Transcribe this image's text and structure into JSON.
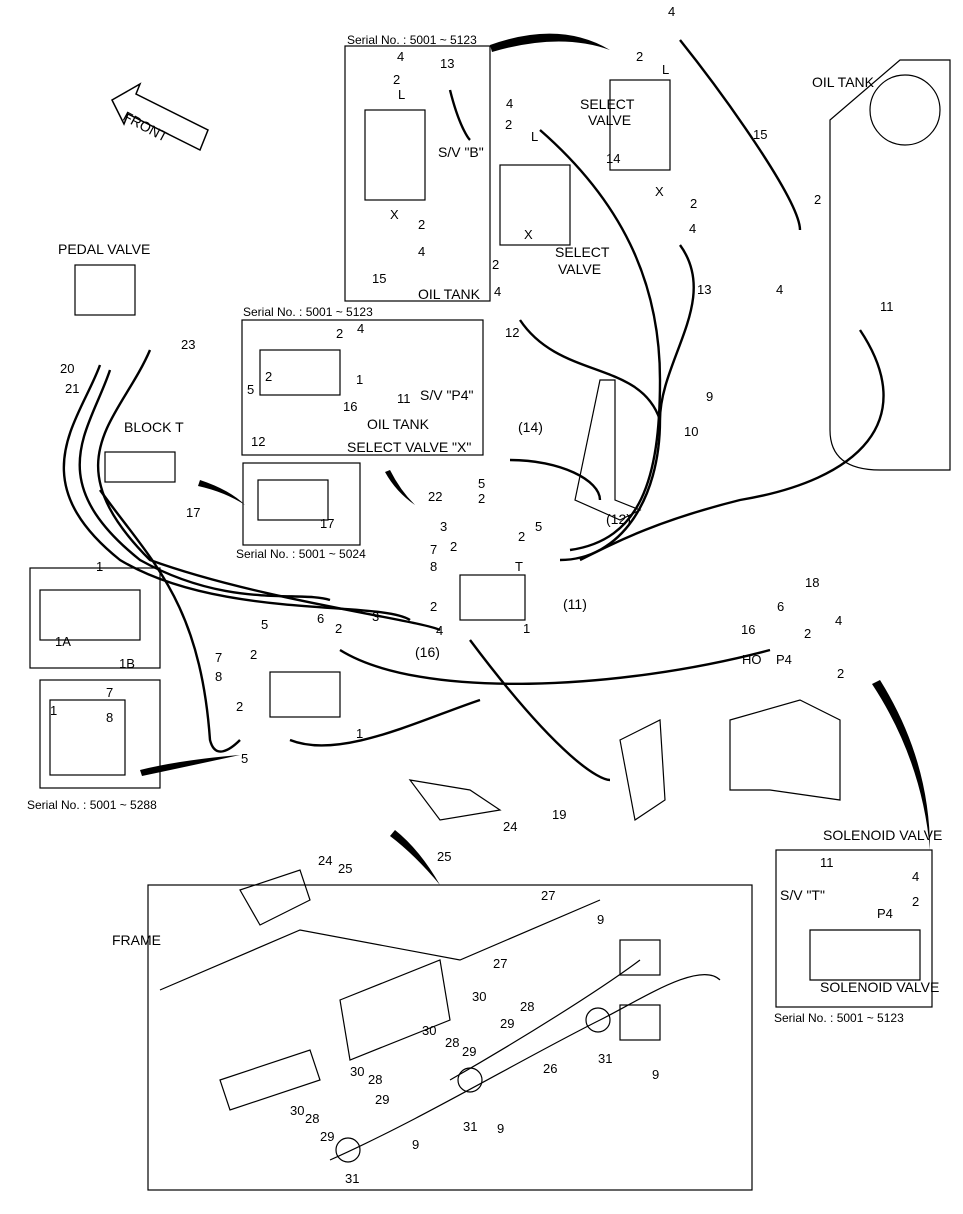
{
  "diagram": {
    "front_label": "FRONT",
    "labels": [
      "Serial No. : 5001 ~ 5123",
      "4",
      "2",
      "13",
      "L",
      "S/V \"B\"",
      "X",
      "2",
      "4",
      "15",
      "OIL TANK",
      "4",
      "2",
      "L",
      "14",
      "SELECT",
      "VALVE",
      "X",
      "2",
      "4",
      "12",
      "4",
      "2",
      "L",
      "SELECT",
      "VALVE",
      "15",
      "X",
      "2",
      "4",
      "13",
      "OIL TANK",
      "2",
      "4",
      "11",
      "9",
      "10",
      "(14)",
      "PEDAL VALVE",
      "20",
      "21",
      "23",
      "BLOCK T",
      "17",
      "Serial No. : 5001 ~ 5123",
      "2",
      "4",
      "1",
      "5",
      "2",
      "16",
      "11",
      "S/V \"P4\"",
      "OIL TANK",
      "12",
      "SELECT VALVE \"X\"",
      "17",
      "Serial No. : 5001 ~ 5024",
      "5",
      "22",
      "2",
      "3",
      "7",
      "2",
      "8",
      "2",
      "5",
      "(12)",
      "T",
      "2",
      "4",
      "(11)",
      "1",
      "(16)",
      "1",
      "1A",
      "1B",
      "7",
      "1",
      "8",
      "Serial No. : 5001 ~ 5288",
      "6",
      "3",
      "5",
      "2",
      "7",
      "2",
      "8",
      "2",
      "1",
      "5",
      "18",
      "6",
      "2",
      "16",
      "4",
      "HO",
      "P4",
      "2",
      "19",
      "24",
      "25",
      "24",
      "25",
      "SOLENOID VALVE",
      "FRAME",
      "11",
      "4",
      "S/V \"T\"",
      "2",
      "P4",
      "SOLENOID VALVE",
      "Serial No. : 5001 ~ 5123",
      "27",
      "9",
      "27",
      "30",
      "28",
      "30",
      "29",
      "28",
      "29",
      "31",
      "26",
      "9",
      "30",
      "28",
      "29",
      "30",
      "28",
      "29",
      "31",
      "9",
      "9",
      "31"
    ]
  }
}
